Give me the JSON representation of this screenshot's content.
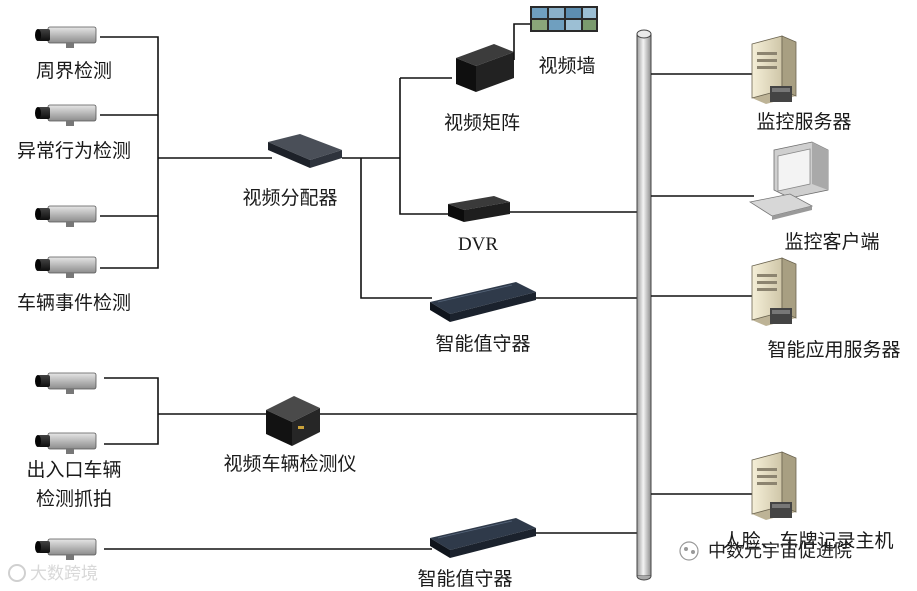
{
  "cameras": {
    "perimeter": "周界检测",
    "abnormal": "异常行为检测",
    "vehicle_event": "车辆事件检测",
    "entrance": [
      "出入口车辆",
      "检测抓拍"
    ]
  },
  "devices": {
    "splitter": "视频分配器",
    "matrix": "视频矩阵",
    "video_wall": "视频墙",
    "dvr": "DVR",
    "guard_1": "智能值守器",
    "vehicle_detector": "视频车辆检测仪",
    "guard_2": "智能值守器"
  },
  "servers": {
    "monitor_server": "监控服务器",
    "monitor_client": "监控客户端",
    "app_server": "智能应用服务器",
    "face_plate_host": "人脸、车牌记录主机"
  },
  "watermarks": {
    "left": "大数跨境",
    "right": "中数元宇宙促进院"
  }
}
